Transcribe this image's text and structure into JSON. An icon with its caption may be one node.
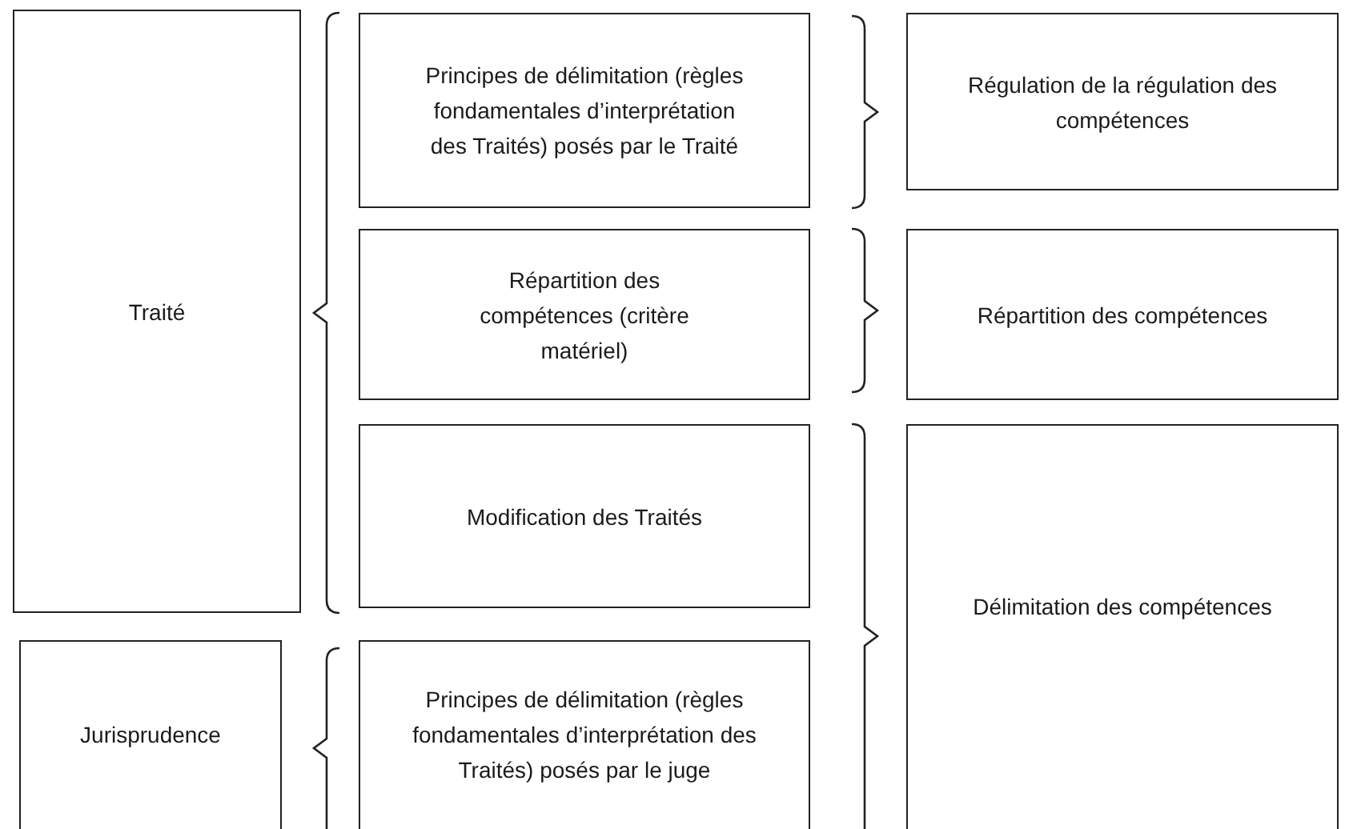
{
  "diagram": {
    "nodes": [
      {
        "text": [
          "Traité"
        ]
      },
      {
        "text": [
          "Jurisprudence"
        ]
      },
      {
        "text": [
          "Principes de délimitation (règles fondamentales d’interprétation des Traités) posés par le Traité"
        ]
      },
      {
        "text": [
          "Répartition des compétences (critère matériel)"
        ]
      },
      {
        "text": [
          "Modification des Traités"
        ]
      },
      {
        "text": [
          "Principes de délimitation (règles fondamentales d’interprétation des Traités) posés par le juge"
        ]
      },
      {
        "text": [
          "Régulation de la régulation des compétences"
        ]
      },
      {
        "text": [
          "Répartition des compétences"
        ]
      },
      {
        "text": [
          "Délimitation des compétences"
        ]
      }
    ]
  }
}
